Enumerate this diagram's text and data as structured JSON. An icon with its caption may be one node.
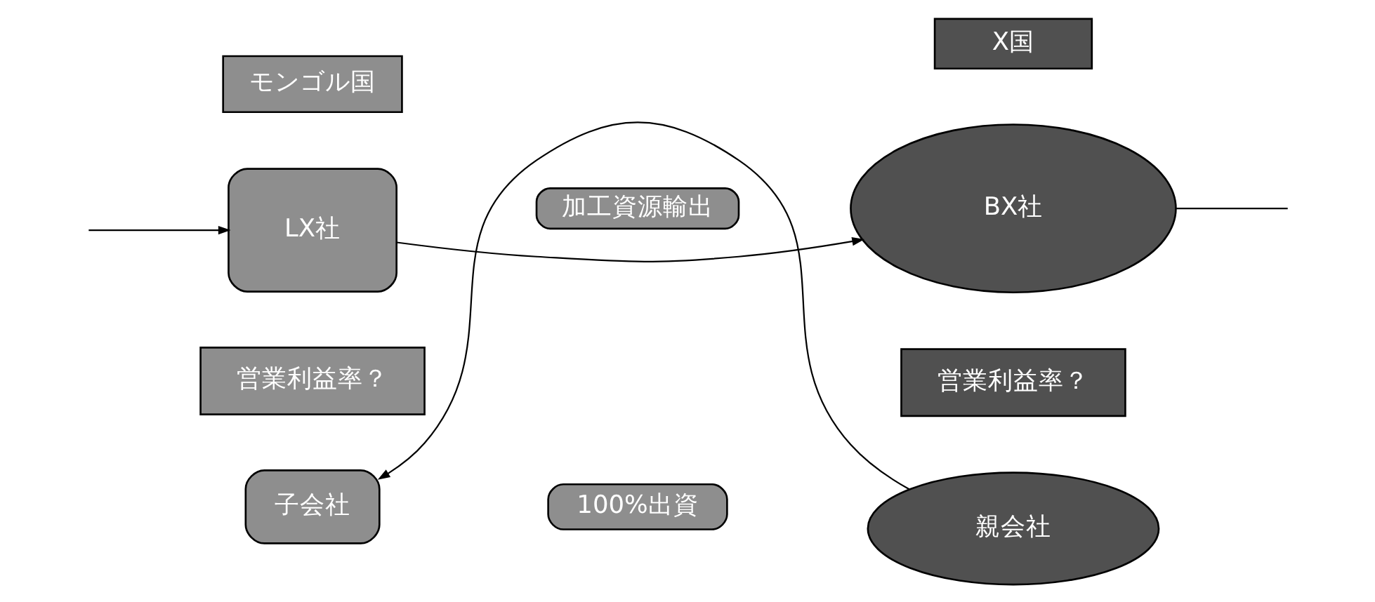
{
  "diagram": {
    "nodes": [
      {
        "text": [
          "モンゴル国"
        ]
      },
      {
        "text": [
          "LX社"
        ]
      },
      {
        "text": [
          "加工資源輸出"
        ]
      },
      {
        "text": [
          "X国"
        ]
      },
      {
        "text": [
          "BX社"
        ]
      },
      {
        "text": [
          "営業利益率？"
        ]
      },
      {
        "text": [
          "営業利益率？"
        ]
      },
      {
        "text": [
          "100%出資"
        ]
      },
      {
        "text": [
          "子会社"
        ]
      },
      {
        "text": [
          "親会社"
        ]
      }
    ],
    "edges": [
      {
        "from": null,
        "to": 1,
        "arrow": "to"
      },
      {
        "from": 1,
        "to": 4,
        "arrow": "to"
      },
      {
        "from": 4,
        "to": null,
        "arrow": "none"
      },
      {
        "from": 9,
        "to": 8,
        "arrow": "to"
      }
    ]
  }
}
